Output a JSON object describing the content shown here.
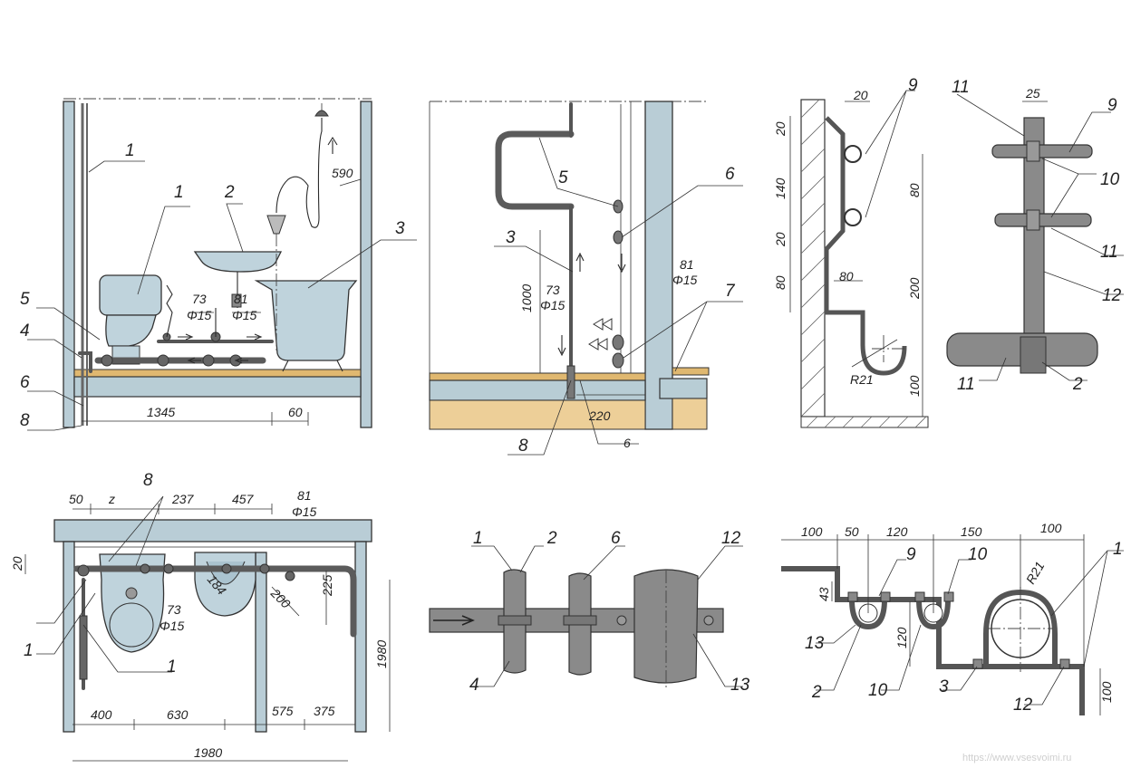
{
  "panel_a": {
    "labels": {
      "l1_top": "1",
      "l1_tank": "1",
      "l2": "2",
      "l3": "3",
      "l4": "4",
      "l5": "5",
      "l6": "6",
      "l8": "8"
    },
    "dims": {
      "d590": "590",
      "d73": "73",
      "d81": "81",
      "dphi15a": "Φ15",
      "dphi15b": "Φ15",
      "d1345": "1345",
      "d60": "60"
    }
  },
  "panel_b": {
    "labels": {
      "l3": "3",
      "l5": "5",
      "l6": "6",
      "l6b": "6",
      "l7": "7",
      "l8": "8"
    },
    "dims": {
      "d1000": "1000",
      "d73": "73",
      "dphi15a": "Φ15",
      "d81": "81",
      "dphi15b": "Φ15",
      "d220": "220"
    }
  },
  "panel_c": {
    "dims": {
      "d20top": "20",
      "d20a": "20",
      "d140": "140",
      "d20b": "20",
      "d80": "80",
      "d80h": "80",
      "dR21": "R21",
      "d80v": "80",
      "d200": "200",
      "d100": "100"
    },
    "labels": {
      "l9": "9"
    }
  },
  "panel_d": {
    "labels": {
      "l11a": "11",
      "l9": "9",
      "l10": "10",
      "l11b": "11",
      "l12": "12",
      "l11c": "11",
      "l2": "2"
    },
    "dims": {
      "d25": "25"
    }
  },
  "panel_e": {
    "dims": {
      "d50": "50",
      "dz": "z",
      "d237": "237",
      "d457": "457",
      "d81": "81",
      "dphi15a": "Φ15",
      "d20": "20",
      "d73": "73",
      "dphi15b": "Φ15",
      "d184": "184",
      "d200": "200",
      "d225": "225",
      "d1980v": "1980",
      "d400": "400",
      "d630": "630",
      "d575": "575",
      "d375": "375",
      "d1980h": "1980"
    },
    "labels": {
      "l8": "8",
      "l1a": "1",
      "l1b": "1"
    }
  },
  "panel_f": {
    "labels": {
      "l1": "1",
      "l2": "2",
      "l6": "6",
      "l12": "12",
      "l4": "4",
      "l13": "13"
    }
  },
  "panel_g": {
    "dims": {
      "d100a": "100",
      "d50": "50",
      "d120": "120",
      "d150": "150",
      "d100b": "100",
      "d43": "43",
      "dR21": "R21",
      "d120v": "120",
      "d100v": "100"
    },
    "labels": {
      "l9": "9",
      "l10a": "10",
      "l1": "1",
      "l13": "13",
      "l2": "2",
      "l10b": "10",
      "l3": "3",
      "l12": "12"
    }
  },
  "watermark": "https://www.vsesvoimi.ru"
}
